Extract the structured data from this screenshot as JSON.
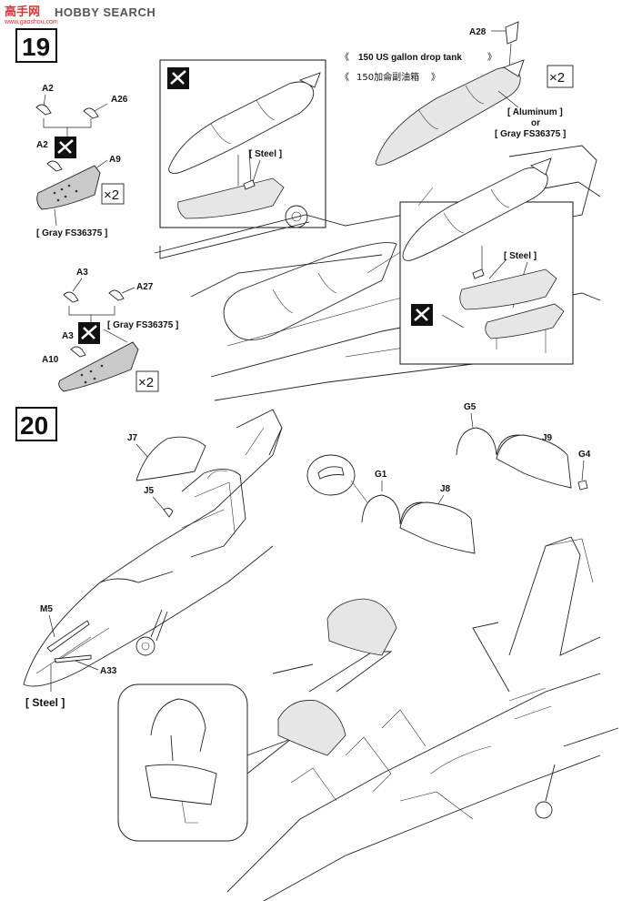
{
  "watermark": {
    "logo": "高手网",
    "url": "www.gaoshou.com",
    "search": "HOBBY SEARCH",
    "accent_color": "#d33333"
  },
  "step19": {
    "number": "19",
    "parts": {
      "a2_top": "A2",
      "a26": "A26",
      "a2_mid": "A2",
      "a9": "A9",
      "a3_top": "A3",
      "a27": "A27",
      "a3_mid": "A3",
      "a10": "A10",
      "a28": "A28"
    },
    "colors": {
      "gray_a9": "[ Gray  FS36375 ]",
      "gray_a10": "[ Gray  FS36375 ]",
      "steel_left": "[ Steel ]",
      "steel_right": "[ Steel ]",
      "tank_aluminum": "[  Aluminum  ]",
      "tank_or": "or",
      "tank_gray": "[  Gray  FS36375  ]"
    },
    "tank_label_en": "150  US  gallon  drop  tank",
    "tank_label_cn": "150加侖副油箱",
    "multipliers": {
      "m1": "×2",
      "m2": "×2",
      "m3": "×2"
    }
  },
  "step20": {
    "number": "20",
    "parts": {
      "j7": "J7",
      "j5": "J5",
      "m5": "M5",
      "a33": "A33",
      "g5": "G5",
      "j9": "J9",
      "g4": "G4",
      "g1": "G1",
      "j8": "J8"
    },
    "colors": {
      "steel": "[ Steel ]"
    }
  }
}
